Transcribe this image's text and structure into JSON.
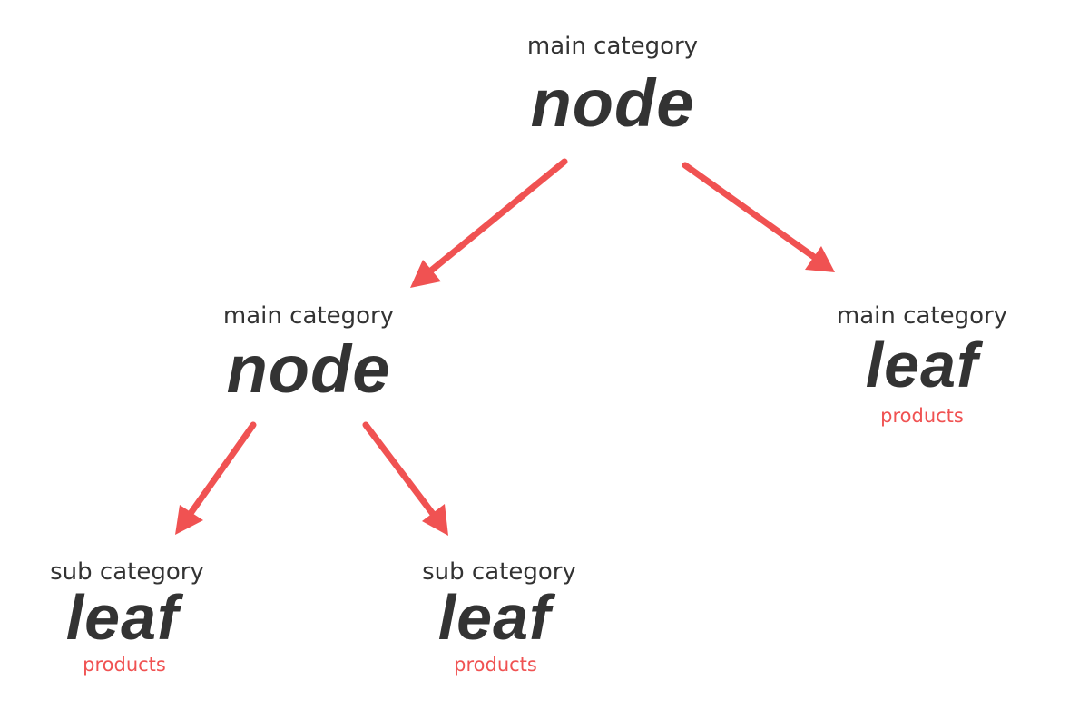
{
  "diagram": {
    "accent_color": "#f05252",
    "text_color": "#333333",
    "root": {
      "category": "main category",
      "type": "node"
    },
    "mid": {
      "category": "main category",
      "type": "node"
    },
    "right_leaf": {
      "category": "main category",
      "type": "leaf",
      "content": "products"
    },
    "sub_leaf_left": {
      "category": "sub category",
      "type": "leaf",
      "content": "products"
    },
    "sub_leaf_right": {
      "category": "sub category",
      "type": "leaf",
      "content": "products"
    }
  }
}
